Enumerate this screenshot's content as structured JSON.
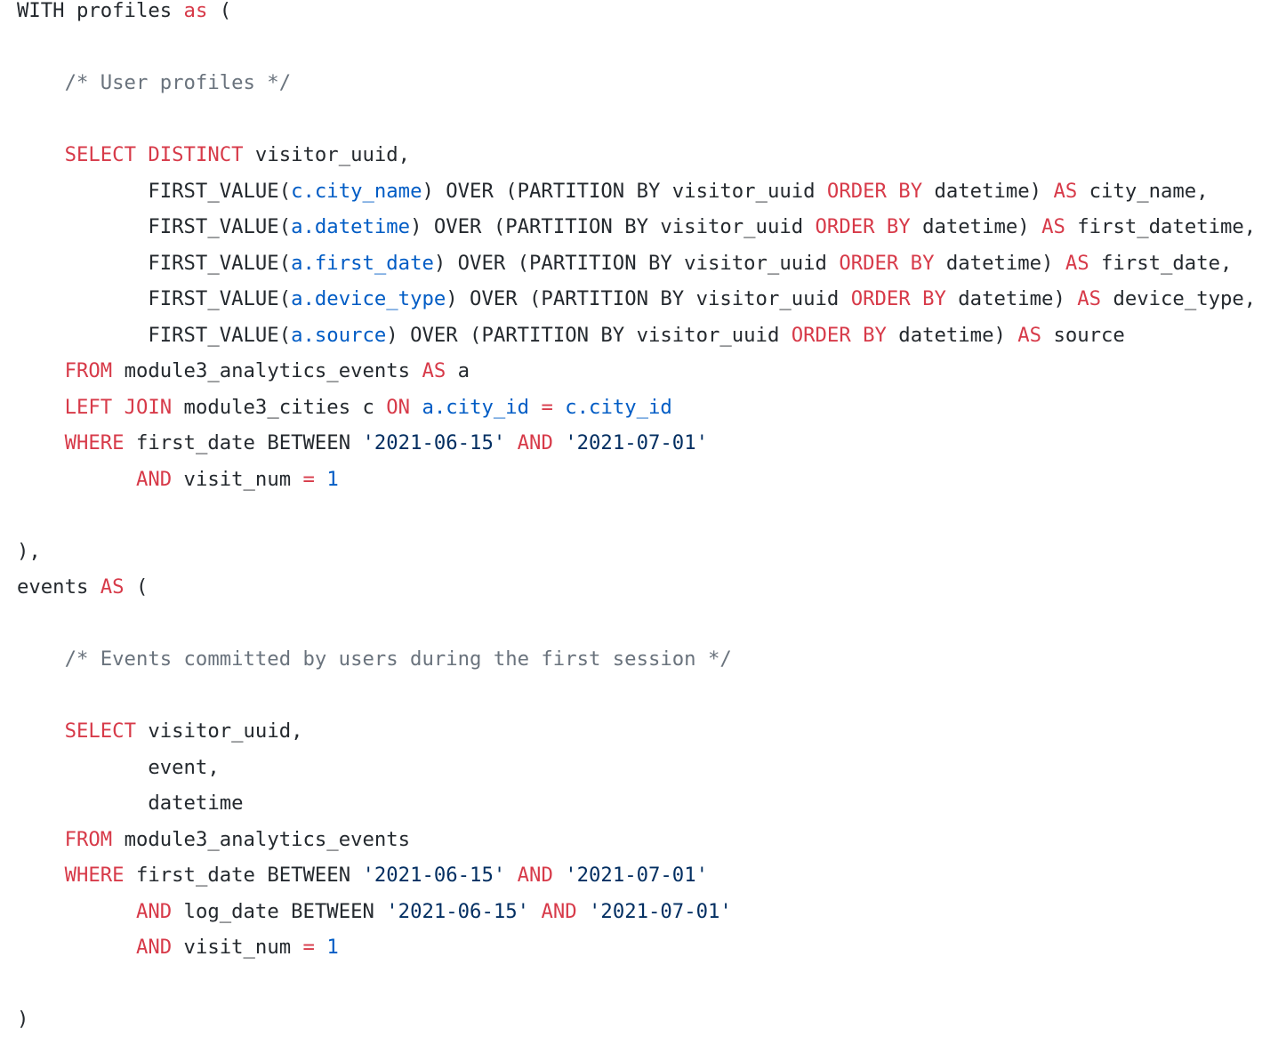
{
  "code": {
    "language": "sql",
    "colors": {
      "keyword": "#d73a49",
      "identifier": "#005cc5",
      "string": "#032f62",
      "number": "#005cc5",
      "comment": "#6a737d",
      "text": "#24292e"
    },
    "lines": [
      [
        [
          "tx",
          "WITH profiles "
        ],
        [
          "kw",
          "as"
        ],
        [
          "tx",
          " ("
        ]
      ],
      [],
      [
        [
          "cm",
          "    /* User profiles */"
        ]
      ],
      [],
      [
        [
          "tx",
          "    "
        ],
        [
          "kw",
          "SELECT DISTINCT"
        ],
        [
          "tx",
          " visitor_uuid,"
        ]
      ],
      [
        [
          "tx",
          "           FIRST_VALUE("
        ],
        [
          "id",
          "c.city_name"
        ],
        [
          "tx",
          ") OVER (PARTITION BY visitor_uuid "
        ],
        [
          "kw",
          "ORDER BY"
        ],
        [
          "tx",
          " datetime) "
        ],
        [
          "kw",
          "AS"
        ],
        [
          "tx",
          " city_name,"
        ]
      ],
      [
        [
          "tx",
          "           FIRST_VALUE("
        ],
        [
          "id",
          "a.datetime"
        ],
        [
          "tx",
          ") OVER (PARTITION BY visitor_uuid "
        ],
        [
          "kw",
          "ORDER BY"
        ],
        [
          "tx",
          " datetime) "
        ],
        [
          "kw",
          "AS"
        ],
        [
          "tx",
          " first_datetime,"
        ]
      ],
      [
        [
          "tx",
          "           FIRST_VALUE("
        ],
        [
          "id",
          "a.first_date"
        ],
        [
          "tx",
          ") OVER (PARTITION BY visitor_uuid "
        ],
        [
          "kw",
          "ORDER BY"
        ],
        [
          "tx",
          " datetime) "
        ],
        [
          "kw",
          "AS"
        ],
        [
          "tx",
          " first_date,"
        ]
      ],
      [
        [
          "tx",
          "           FIRST_VALUE("
        ],
        [
          "id",
          "a.device_type"
        ],
        [
          "tx",
          ") OVER (PARTITION BY visitor_uuid "
        ],
        [
          "kw",
          "ORDER BY"
        ],
        [
          "tx",
          " datetime) "
        ],
        [
          "kw",
          "AS"
        ],
        [
          "tx",
          " device_type,"
        ]
      ],
      [
        [
          "tx",
          "           FIRST_VALUE("
        ],
        [
          "id",
          "a.source"
        ],
        [
          "tx",
          ") OVER (PARTITION BY visitor_uuid "
        ],
        [
          "kw",
          "ORDER BY"
        ],
        [
          "tx",
          " datetime) "
        ],
        [
          "kw",
          "AS"
        ],
        [
          "tx",
          " source"
        ]
      ],
      [
        [
          "tx",
          "    "
        ],
        [
          "kw",
          "FROM"
        ],
        [
          "tx",
          " module3_analytics_events "
        ],
        [
          "kw",
          "AS"
        ],
        [
          "tx",
          " a"
        ]
      ],
      [
        [
          "tx",
          "    "
        ],
        [
          "kw",
          "LEFT JOIN"
        ],
        [
          "tx",
          " module3_cities c "
        ],
        [
          "kw",
          "ON"
        ],
        [
          "tx",
          " "
        ],
        [
          "id",
          "a.city_id"
        ],
        [
          "tx",
          " "
        ],
        [
          "kw",
          "="
        ],
        [
          "tx",
          " "
        ],
        [
          "id",
          "c.city_id"
        ]
      ],
      [
        [
          "tx",
          "    "
        ],
        [
          "kw",
          "WHERE"
        ],
        [
          "tx",
          " first_date BETWEEN "
        ],
        [
          "str",
          "'2021-06-15'"
        ],
        [
          "tx",
          " "
        ],
        [
          "kw",
          "AND"
        ],
        [
          "tx",
          " "
        ],
        [
          "str",
          "'2021-07-01'"
        ]
      ],
      [
        [
          "tx",
          "          "
        ],
        [
          "kw",
          "AND"
        ],
        [
          "tx",
          " visit_num "
        ],
        [
          "kw",
          "="
        ],
        [
          "tx",
          " "
        ],
        [
          "num",
          "1"
        ]
      ],
      [],
      [
        [
          "tx",
          "),"
        ]
      ],
      [
        [
          "tx",
          "events "
        ],
        [
          "kw",
          "AS"
        ],
        [
          "tx",
          " ("
        ]
      ],
      [],
      [
        [
          "cm",
          "    /* Events committed by users during the first session */"
        ]
      ],
      [],
      [
        [
          "tx",
          "    "
        ],
        [
          "kw",
          "SELECT"
        ],
        [
          "tx",
          " visitor_uuid,"
        ]
      ],
      [
        [
          "tx",
          "           event,"
        ]
      ],
      [
        [
          "tx",
          "           datetime"
        ]
      ],
      [
        [
          "tx",
          "    "
        ],
        [
          "kw",
          "FROM"
        ],
        [
          "tx",
          " module3_analytics_events"
        ]
      ],
      [
        [
          "tx",
          "    "
        ],
        [
          "kw",
          "WHERE"
        ],
        [
          "tx",
          " first_date BETWEEN "
        ],
        [
          "str",
          "'2021-06-15'"
        ],
        [
          "tx",
          " "
        ],
        [
          "kw",
          "AND"
        ],
        [
          "tx",
          " "
        ],
        [
          "str",
          "'2021-07-01'"
        ]
      ],
      [
        [
          "tx",
          "          "
        ],
        [
          "kw",
          "AND"
        ],
        [
          "tx",
          " log_date BETWEEN "
        ],
        [
          "str",
          "'2021-06-15'"
        ],
        [
          "tx",
          " "
        ],
        [
          "kw",
          "AND"
        ],
        [
          "tx",
          " "
        ],
        [
          "str",
          "'2021-07-01'"
        ]
      ],
      [
        [
          "tx",
          "          "
        ],
        [
          "kw",
          "AND"
        ],
        [
          "tx",
          " visit_num "
        ],
        [
          "kw",
          "="
        ],
        [
          "tx",
          " "
        ],
        [
          "num",
          "1"
        ]
      ],
      [],
      [
        [
          "tx",
          ")"
        ]
      ]
    ]
  }
}
